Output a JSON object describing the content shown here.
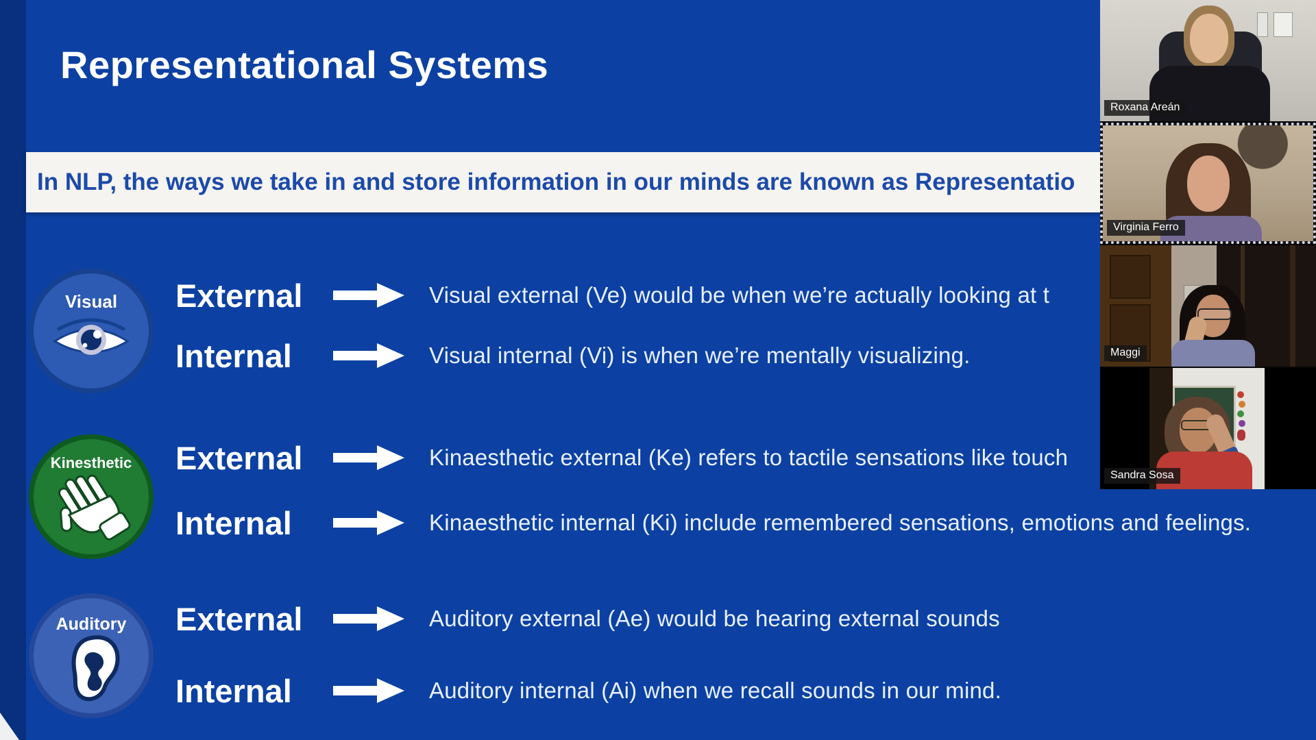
{
  "slide": {
    "title": "Representational Systems",
    "banner": "In NLP, the ways we take in and store information in our minds are known as Representatio",
    "sections": [
      {
        "name": "Visual",
        "icon": "eye-icon",
        "rows": [
          {
            "label": "External",
            "text": "Visual external (Ve) would be when we’re actually looking at t"
          },
          {
            "label": "Internal",
            "text": "Visual internal (Vi) is when we’re mentally visualizing."
          }
        ]
      },
      {
        "name": "Kinesthetic",
        "icon": "hand-icon",
        "rows": [
          {
            "label": "External",
            "text": "Kinaesthetic external (Ke) refers to tactile sensations like touch"
          },
          {
            "label": "Internal",
            "text": "Kinaesthetic internal (Ki) include remembered sensations, emotions and feelings."
          }
        ]
      },
      {
        "name": "Auditory",
        "icon": "ear-icon",
        "rows": [
          {
            "label": "External",
            "text": "Auditory external (Ae) would be hearing external sounds"
          },
          {
            "label": "Internal",
            "text": "Auditory internal (Ai) when we recall sounds in our mind."
          }
        ]
      }
    ]
  },
  "participants": [
    {
      "name": "Roxana Areán",
      "active": false
    },
    {
      "name": "Virginia Ferro",
      "active": true
    },
    {
      "name": "Maggi",
      "active": false
    },
    {
      "name": "Sandra Sosa",
      "active": false
    }
  ],
  "colors": {
    "slide_bg": "#0c41a3",
    "banner_bg": "#f5f4f1",
    "banner_text": "#1c4aa8",
    "description_text": "#e9f0fe",
    "visual_circle": "#2d5ab2",
    "kinesthetic_circle": "#207b33",
    "auditory_circle": "#3b62b4",
    "active_speaker_border": "#d6d6ea",
    "strip_bg": "#060606"
  }
}
